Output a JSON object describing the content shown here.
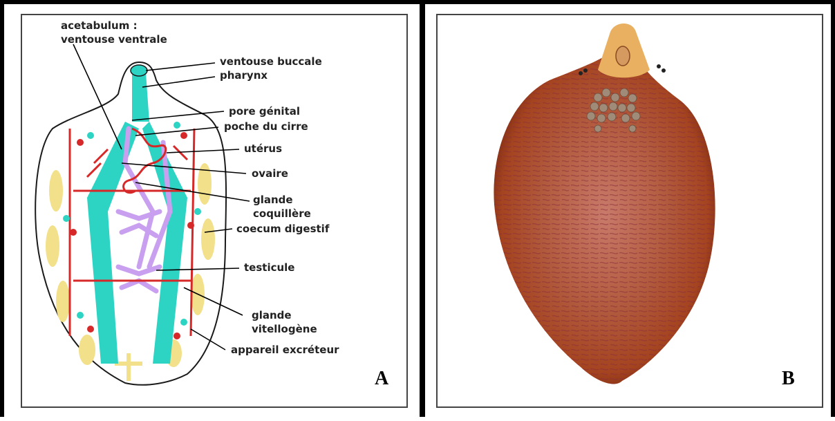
{
  "panel_a": {
    "letter": "A",
    "labels": {
      "acetabulum_line1": "acetabulum :",
      "acetabulum_line2": "ventouse ventrale",
      "ventouse_buccale": "ventouse buccale",
      "pharynx": "pharynx",
      "pore_genital": "pore génital",
      "poche_du_cirre": "poche du cirre",
      "uterus": "utérus",
      "ovaire": "ovaire",
      "glande_coquillere_line1": "glande",
      "glande_coquillere_line2": "coquillère",
      "coecum_digestif": "coecum digestif",
      "testicule": "testicule",
      "glande_vitellogene_line1": "glande",
      "glande_vitellogene_line2": "vitellogène",
      "appareil_excreteur": "appareil excréteur"
    },
    "colors": {
      "digestive": "#2dd4c4",
      "uterus": "#d62828",
      "reproductive": "#c9a0f0",
      "vitelline": "#f2e08a",
      "outline": "#1a1a1a"
    }
  },
  "panel_b": {
    "letter": "B",
    "colors": {
      "body": "#a4431f",
      "body_edge": "#7a2a10",
      "center": "#c97a6a",
      "tip": "#e8b060"
    }
  }
}
